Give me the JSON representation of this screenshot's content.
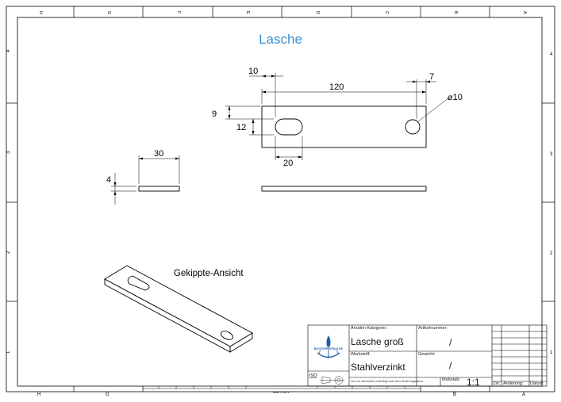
{
  "title": "Lasche",
  "border": {
    "column_letters": [
      "H",
      "G",
      "F",
      "E",
      "D",
      "C",
      "B",
      "A"
    ],
    "row_numbers": [
      "4",
      "3",
      "2",
      "1"
    ],
    "footer_letters": [
      "H",
      "G",
      "B",
      "A"
    ],
    "page_label": "Seite 1 von 1"
  },
  "dimensions": {
    "hole_offset": "10",
    "total_length": "120",
    "end_offset": "7",
    "hole_diameter": "⌀10",
    "width": "9",
    "slot_height": "12",
    "slot_length": "20",
    "side_width": "30",
    "thickness": "4"
  },
  "isometric_label": "Gekippte-Ansicht",
  "title_block": {
    "logo_text": "BOOTSPROFIS24.DE",
    "category_label": "Anoden Kategorie :",
    "category_value": "Lasche groß",
    "article_label": "Artikelnummer:",
    "article_value": "/",
    "material_label": "Werkstoff:",
    "material_value": "Stahlverzinkt",
    "weight_label": "Gewicht:",
    "weight_value": "/",
    "scale_label": "Maßstab:",
    "scale_value": "1:1",
    "iso_label": "ISO",
    "note": "Nur zur Information,unterliegt nicht dem Änderungsdienst",
    "rev_zst": "Zst:",
    "rev_change": "Änderung:",
    "rev_date": "Datum:",
    "footer_B": "B",
    "footer_A": "A"
  },
  "colors": {
    "title": "#3a8fd0",
    "line": "#000000",
    "logo": "#1a5fa8"
  }
}
